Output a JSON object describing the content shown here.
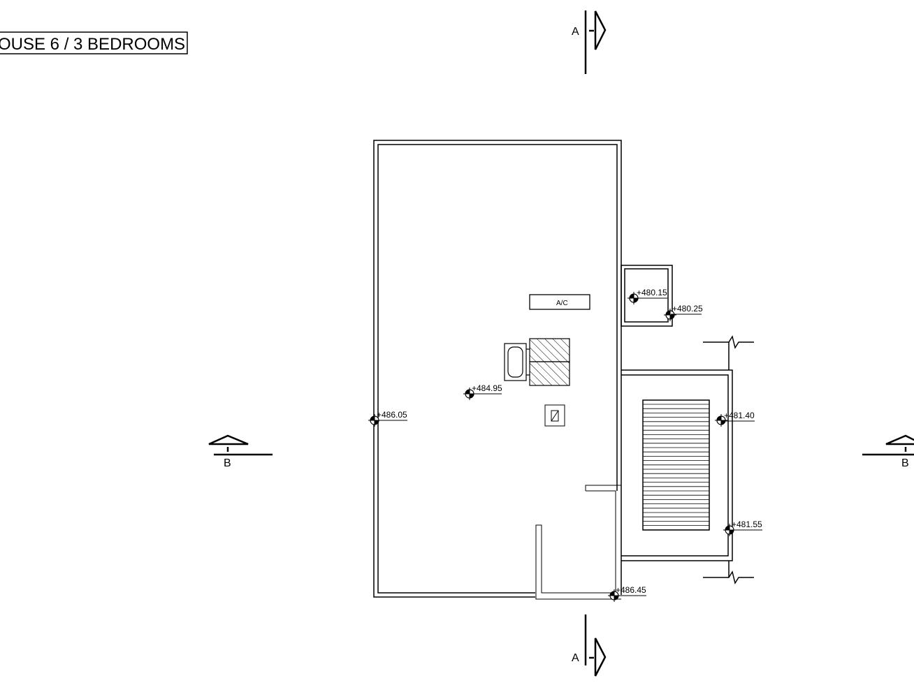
{
  "title": "OUSE 6 / 3 BEDROOMS",
  "equipment_label": "A/C",
  "section_markers": {
    "top": "A",
    "bottom": "A",
    "left": "B",
    "right": "B"
  },
  "levels": [
    {
      "id": "roof-main",
      "label": "+486.05"
    },
    {
      "id": "roof-center",
      "label": "+484.95"
    },
    {
      "id": "roof-corner",
      "label": "+486.45"
    },
    {
      "id": "annex-1",
      "label": "+480.15"
    },
    {
      "id": "annex-2",
      "label": "+480.25"
    },
    {
      "id": "stair-top",
      "label": "+481.40"
    },
    {
      "id": "stair-bottom",
      "label": "+481.55"
    }
  ]
}
